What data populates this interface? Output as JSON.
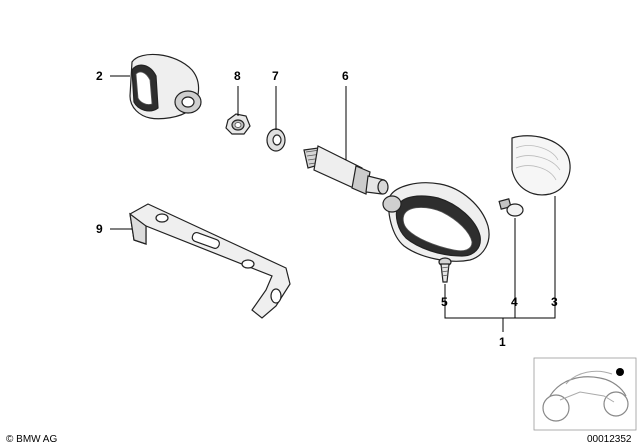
{
  "labels": {
    "p1": "1",
    "p2": "2",
    "p3": "3",
    "p4": "4",
    "p5": "5",
    "p6": "6",
    "p7": "7",
    "p8": "8",
    "p9": "9"
  },
  "footer": {
    "copyright": "© BMW AG",
    "diagram_number": "00012352"
  },
  "colors": {
    "line": "#000000",
    "part_fill": "#f4f4f4",
    "part_dark": "#3a3a3a"
  }
}
